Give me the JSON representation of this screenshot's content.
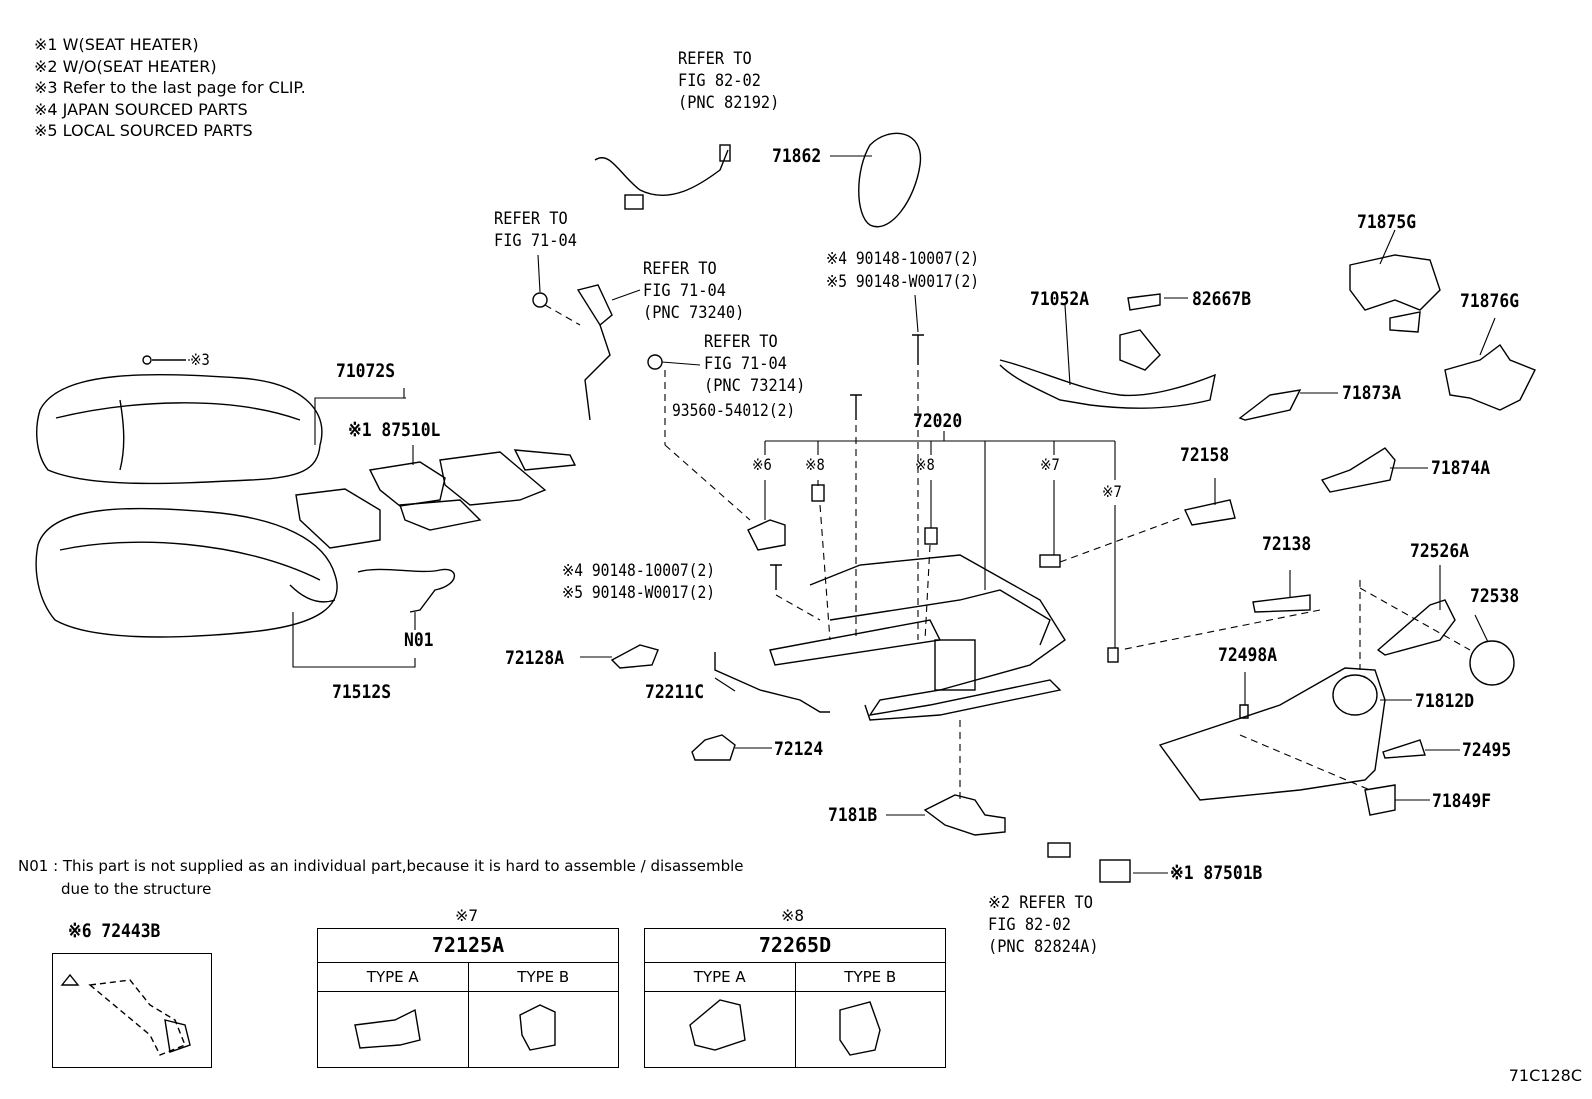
{
  "notes": [
    "※1 W(SEAT HEATER)",
    "※2 W/O(SEAT HEATER)",
    "※3 Refer to the last page for CLIP.",
    "※4 JAPAN SOURCED PARTS",
    "※5 LOCAL SOURCED PARTS"
  ],
  "refs": {
    "r82192": [
      "REFER TO",
      "FIG 82-02",
      "(PNC 82192)"
    ],
    "r7104": [
      "REFER TO",
      "FIG 71-04"
    ],
    "r73240": [
      "REFER TO",
      "FIG 71-04",
      "(PNC 73240)"
    ],
    "r73214": [
      "REFER TO",
      "FIG 71-04",
      "(PNC 73214)"
    ],
    "r82824": [
      "※2 REFER TO",
      "FIG 82-02",
      "(PNC 82824A)"
    ]
  },
  "parts": {
    "p71862": "71862",
    "p71875G": "71875G",
    "p71876G": "71876G",
    "p71052A": "71052A",
    "p82667B": "82667B",
    "p71873A": "71873A",
    "p71874A": "71874A",
    "p71072S": "71072S",
    "p87510L": "※1 87510L",
    "p3": "※3",
    "p72020": "72020",
    "p93560": "93560-54012(2)",
    "p90148a": "※4 90148-10007(2)",
    "p90148b": "※5 90148-W0017(2)",
    "p90148c": "※4 90148-10007(2)",
    "p90148d": "※5 90148-W0017(2)",
    "p72158": "72158",
    "p72138": "72138",
    "p72526A": "72526A",
    "p72538": "72538",
    "p72498A": "72498A",
    "p71812D": "71812D",
    "p72495": "72495",
    "p71849F": "71849F",
    "pN01": "N01",
    "p71512S": "71512S",
    "p72128A": "72128A",
    "p72211C": "72211C",
    "p72124": "72124",
    "p7181B": "7181B",
    "p87501B": "※1 87501B",
    "s6": "※6",
    "s8a": "※8",
    "s8b": "※8",
    "s7a": "※7",
    "s7b": "※7"
  },
  "n01_note": {
    "line1": "N01 : This part is not supplied as an individual part,because it is hard to assemble / disassemble",
    "line2": "due to the structure"
  },
  "boxes": {
    "b72443": {
      "title": "※6 72443B"
    },
    "b72125": {
      "mark": "※7",
      "title": "72125A",
      "type_a": "TYPE A",
      "type_b": "TYPE B"
    },
    "b72265": {
      "mark": "※8",
      "title": "72265D",
      "type_a": "TYPE A",
      "type_b": "TYPE B"
    }
  },
  "figure_code": "71C128C"
}
